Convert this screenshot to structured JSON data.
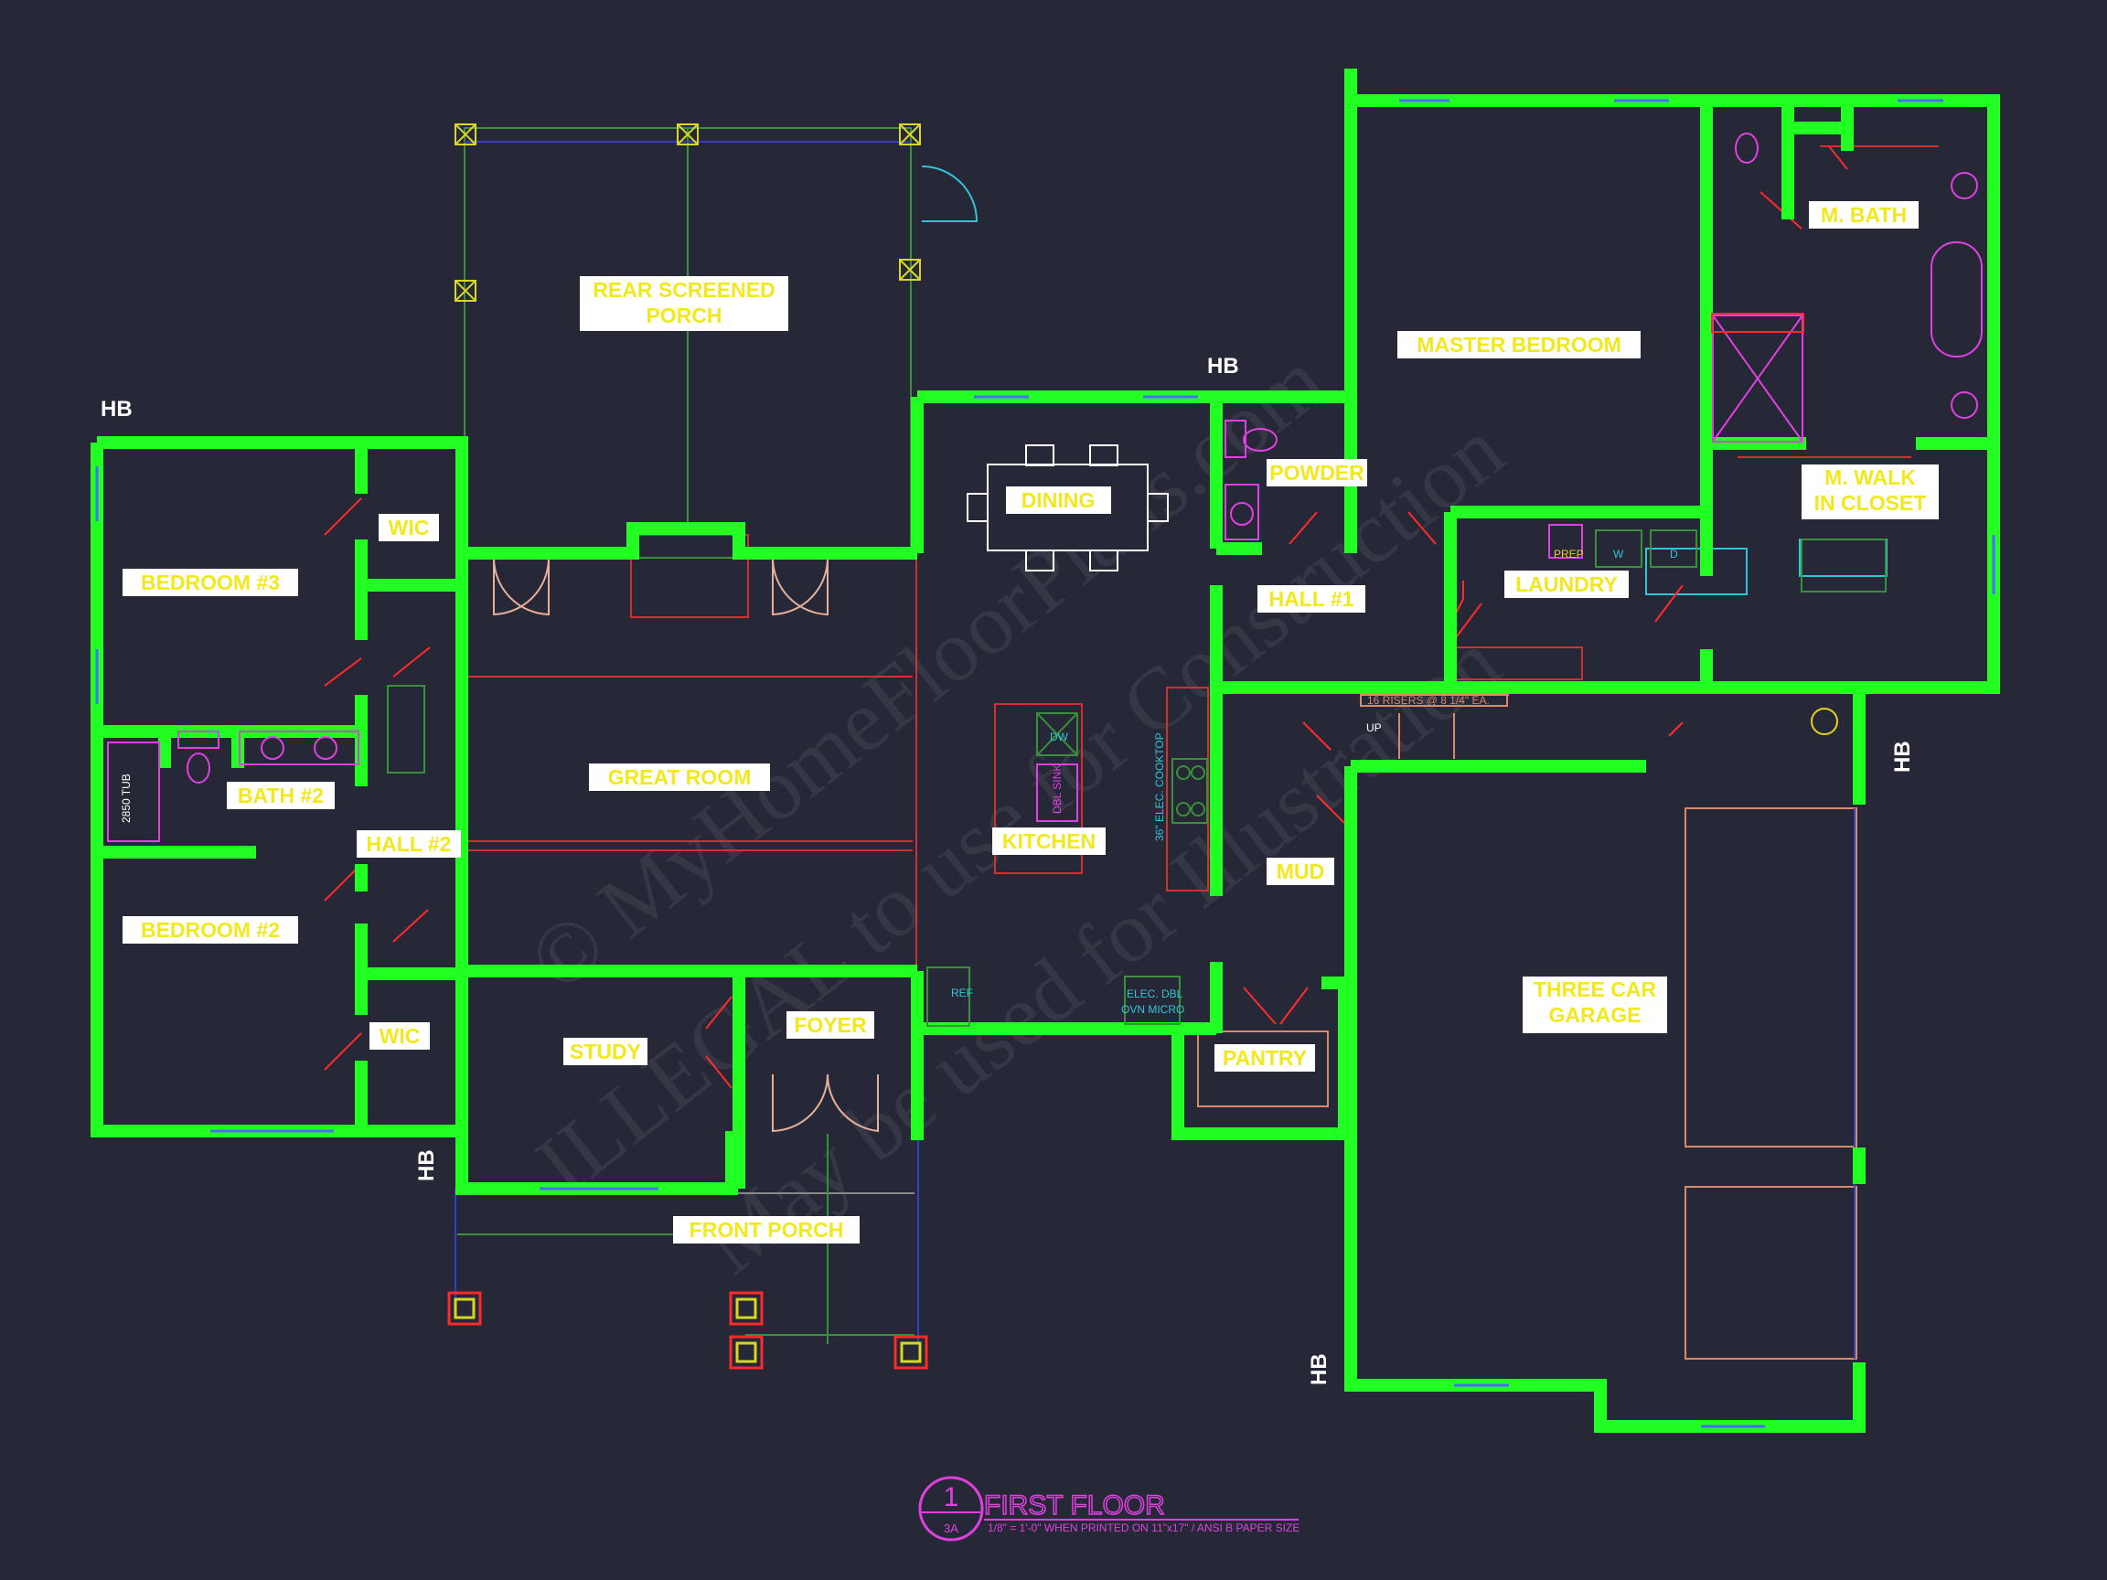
{
  "rooms": {
    "rear_screened_porch": [
      "REAR SCREENED",
      "PORCH"
    ],
    "master_bedroom": "MASTER BEDROOM",
    "m_bath": "M. BATH",
    "m_walk_in_closet": [
      "M. WALK",
      "IN CLOSET"
    ],
    "dining": "DINING",
    "powder": "POWDER",
    "bedroom_3": "BEDROOM #3",
    "wic_upper": "WIC",
    "wic_lower": "WIC",
    "hall_1": "HALL #1",
    "laundry": "LAUNDRY",
    "great_room": "GREAT ROOM",
    "bath_2": "BATH #2",
    "hall_2": "HALL #2",
    "kitchen": "KITCHEN",
    "mud": "MUD",
    "bedroom_2": "BEDROOM #2",
    "three_car_garage": [
      "THREE CAR",
      "GARAGE"
    ],
    "study": "STUDY",
    "foyer": "FOYER",
    "pantry": "PANTRY",
    "front_porch": "FRONT PORCH"
  },
  "hose_bib": "HB",
  "fixtures": {
    "tub": "2850 TUB",
    "prep": "PREP",
    "washer": "W",
    "dryer": "D",
    "dishwasher": "DW",
    "sink": "DBL SINK",
    "cooktop": "36\" ELEC. COOKTOP",
    "ref": "REF",
    "oven": [
      "ELEC. DBL",
      "OVN MICRO"
    ],
    "stairs_up": "UP",
    "stairs_note": "16 RISERS @ 8 1/4\" EA."
  },
  "drawing_title": {
    "number": "1",
    "sheet": "3A",
    "title": "FIRST FLOOR",
    "scale": "1/8\" = 1'-0\" WHEN PRINTED ON 11\"x17\" / ANSI B PAPER SIZE"
  },
  "watermark": [
    "© MyHomeFloorPlans.com",
    "ILLEGAL to use for Construction",
    "May be used for Illustration"
  ],
  "colors": {
    "background": "#262837",
    "wall": "#22ff22",
    "label_fill": "#ffffff",
    "label_text": "#f2e81e",
    "accent_red": "#ff2a2a",
    "accent_magenta": "#e040e0",
    "accent_cyan": "#2fc6d8"
  }
}
